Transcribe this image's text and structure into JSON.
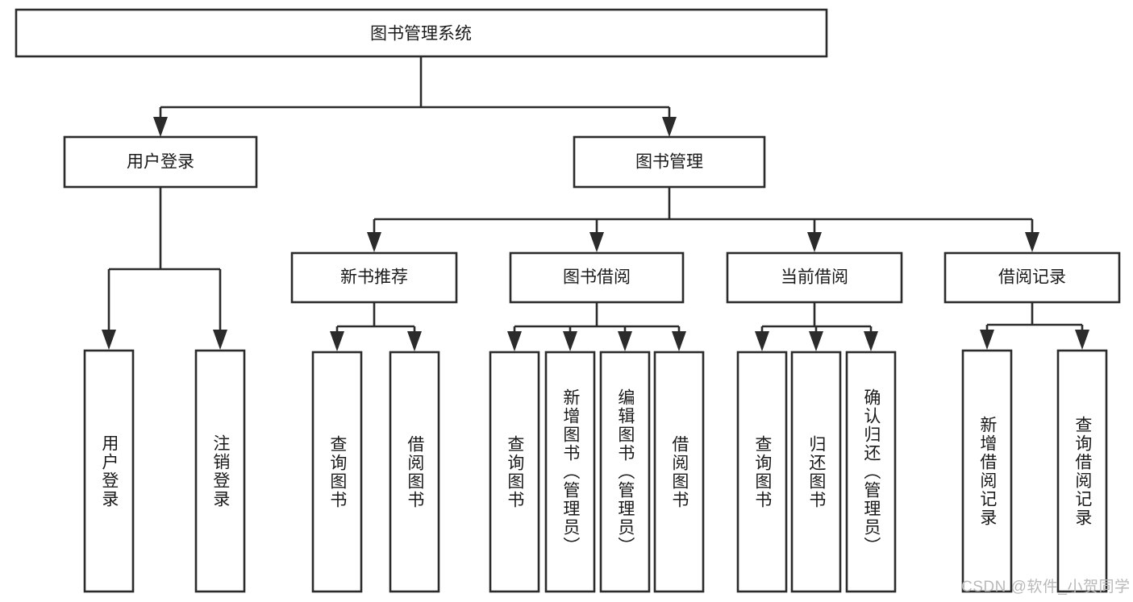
{
  "diagram": {
    "type": "tree-hierarchy",
    "title": "图书管理系统",
    "watermark": "CSDN @软件_小贺同学",
    "colors": {
      "stroke": "#2b2b2b",
      "fill": "#ffffff",
      "text": "#1a1a1a",
      "watermark": "#b9b9b9",
      "background": "#ffffff"
    },
    "levels": {
      "root": {
        "label": "图书管理系统"
      },
      "level2": [
        {
          "id": "user-login",
          "label": "用户登录"
        },
        {
          "id": "book-manage",
          "label": "图书管理"
        }
      ],
      "level3": [
        {
          "id": "new-book-recommend",
          "label": "新书推荐"
        },
        {
          "id": "book-borrow",
          "label": "图书借阅"
        },
        {
          "id": "current-borrow",
          "label": "当前借阅"
        },
        {
          "id": "borrow-record",
          "label": "借阅记录"
        }
      ],
      "leaves": {
        "user-login": [
          {
            "id": "leaf-user-login",
            "label": "用户登录"
          },
          {
            "id": "leaf-user-logout",
            "label": "注销登录"
          }
        ],
        "new-book-recommend": [
          {
            "id": "leaf-query-book-1",
            "label": "查询图书"
          },
          {
            "id": "leaf-borrow-book-1",
            "label": "借阅图书"
          }
        ],
        "book-borrow": [
          {
            "id": "leaf-query-book-2",
            "label": "查询图书"
          },
          {
            "id": "leaf-add-book",
            "label": "新增图书（管理员）"
          },
          {
            "id": "leaf-edit-book",
            "label": "编辑图书（管理员）"
          },
          {
            "id": "leaf-borrow-book-2",
            "label": "借阅图书"
          }
        ],
        "current-borrow": [
          {
            "id": "leaf-query-book-3",
            "label": "查询图书"
          },
          {
            "id": "leaf-return-book",
            "label": "归还图书"
          },
          {
            "id": "leaf-confirm-return",
            "label": "确认归还（管理员）"
          }
        ],
        "borrow-record": [
          {
            "id": "leaf-add-record",
            "label": "新增借阅记录"
          },
          {
            "id": "leaf-query-record",
            "label": "查询借阅记录"
          }
        ]
      }
    }
  }
}
